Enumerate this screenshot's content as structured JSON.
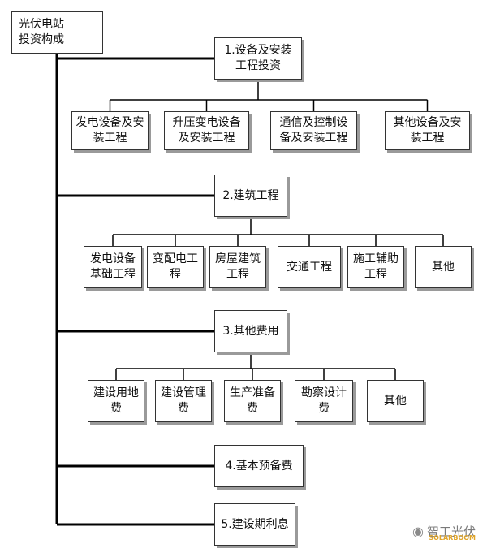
{
  "root": "光伏电站\n投资构成",
  "sections": [
    {
      "label": "1.设备及安装\n工程投资",
      "children": [
        "发电设备及安\n装工程",
        "升压变电设备\n及安装工程",
        "通信及控制设\n备及安装工程",
        "其他设备及安\n装工程"
      ]
    },
    {
      "label": "2.建筑工程",
      "children": [
        "发电设备\n基础工程",
        "变配电工\n程",
        "房屋建筑\n工程",
        "交通工程",
        "施工辅助\n工程",
        "其他"
      ]
    },
    {
      "label": "3.其他费用",
      "children": [
        "建设用地\n费",
        "建设管理\n费",
        "生产准备\n费",
        "勘察设计\n费",
        "其他"
      ]
    },
    {
      "label": "4.基本预备费",
      "children": []
    },
    {
      "label": "5.建设期利息",
      "children": []
    }
  ],
  "watermark": {
    "icon": "wechat-icon",
    "text": "智工光伏",
    "sub": "SOLARBOOM"
  }
}
